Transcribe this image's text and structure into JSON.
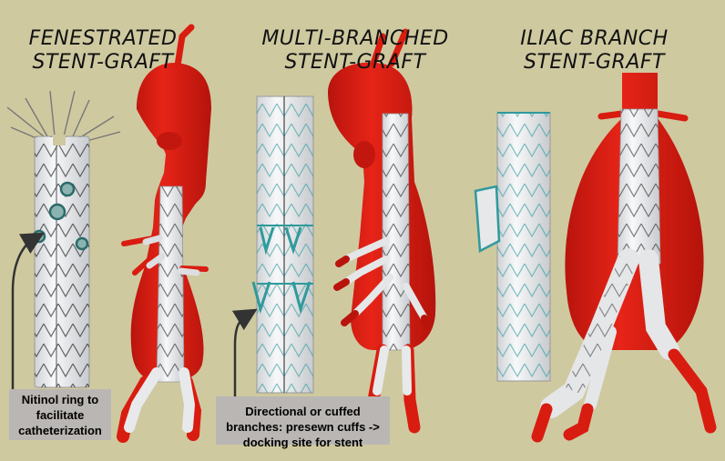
{
  "figure": {
    "background": "#cfc9a0",
    "aorta_color": "#e01e12",
    "graft_color": "#f1f2f4",
    "wire_color": "#2a2a2a",
    "suture_color": "#2f9a9c",
    "panels": [
      {
        "title_line1": "FENESTRATED",
        "title_line2": "STENT-GRAFT"
      },
      {
        "title_line1": "MULTI-BRANCHED",
        "title_line2": "STENT-GRAFT"
      },
      {
        "title_line1": "ILIAC BRANCH",
        "title_line2": "STENT-GRAFT"
      }
    ],
    "callouts": [
      {
        "line1": "Nitinol ring to",
        "line2": "facilitate",
        "line3": "catheterization"
      },
      {
        "line1": "Directional or cuffed",
        "line2": "branches: presewn cuffs ->",
        "line3": "docking site for stent"
      }
    ]
  }
}
